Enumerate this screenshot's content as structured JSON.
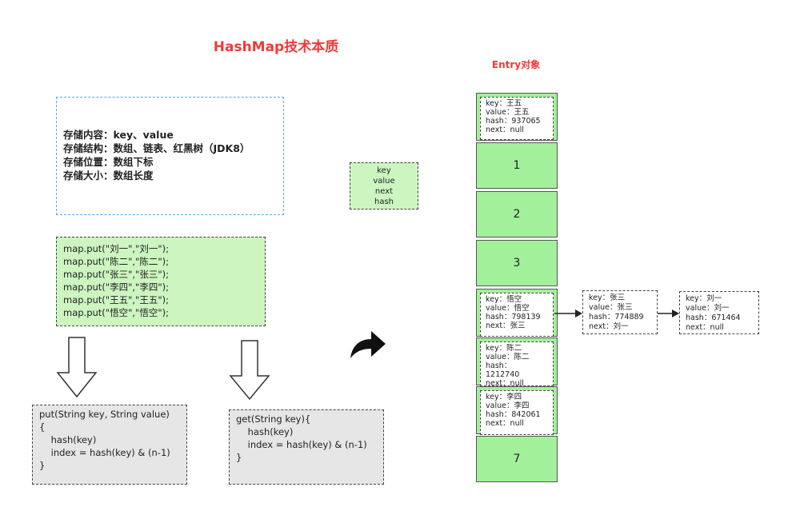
{
  "title": "HashMap技术本质",
  "entry_title": "Entry对象",
  "info_lines": [
    "存储内容：key、value",
    "存储结构：数组、链表、红黑树（JDK8）",
    "存储位置：数组下标",
    "存储大小：数组长度"
  ],
  "entry_fields": [
    "key",
    "value",
    "next",
    "hash"
  ],
  "put_calls": [
    "map.put(\"刘一\",\"刘一\");",
    "map.put(\"陈二\",\"陈二\");",
    "map.put(\"张三\",\"张三\");",
    "map.put(\"李四\",\"李四\");",
    "map.put(\"王五\",\"王五\");",
    "map.put(\"悟空\",\"悟空\");"
  ],
  "put_method": [
    "put(String key, String value)",
    "{",
    "    hash(key)",
    "    index = hash(key) & (n-1)",
    "}"
  ],
  "get_method": [
    "get(String key){",
    "    hash(key)",
    "    index = hash(key) & (n-1)",
    "}"
  ],
  "array_slots": {
    "slot0": [
      "key：王五",
      "value：王五",
      "hash：937065",
      "next：null"
    ],
    "slot1": "1",
    "slot2": "2",
    "slot3": "3",
    "slot4": [
      "key：悟空",
      "value：悟空",
      "hash：798139",
      "next：张三"
    ],
    "slot5": [
      "key：陈二",
      "value：陈二",
      "hash：",
      "1212740",
      "next：null"
    ],
    "slot6": [
      "key：李四",
      "value：李四",
      "hash：842061",
      "next：null"
    ],
    "slot7": "7"
  },
  "chain_nodes": [
    [
      "key：张三",
      "value：张三",
      "hash：774889",
      "next：刘一"
    ],
    [
      "key：刘一",
      "value：刘一",
      "hash：671464",
      "next：null"
    ]
  ],
  "colors": {
    "title": "#f03a3a",
    "slot_fill": "#a3f09a",
    "light_green": "#ccf5c0",
    "grey": "#e6e6e6",
    "blue_dash": "#5aa6ea"
  }
}
